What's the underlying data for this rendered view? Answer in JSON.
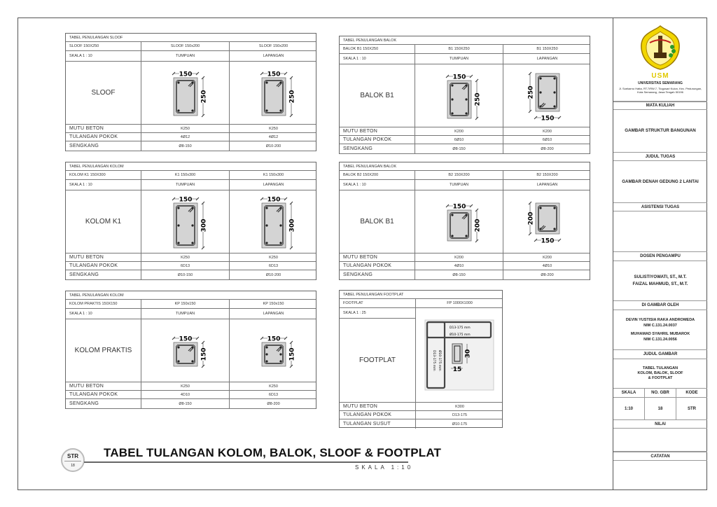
{
  "row_labels": {
    "mutu": "MUTU BETON",
    "pokok": "TULANGAN POKOK",
    "sengkang": "SENGKANG",
    "susut": "TULANGAN SUSUT"
  },
  "tables": [
    {
      "title": "TABEL PENULANGAN SLOOF",
      "type_label": "SLOOF 150X250",
      "scale": "SKALA 1 : 10",
      "name": "SLOOF",
      "cols": [
        {
          "size": "SLOOF 150x200",
          "pos": "TUMPUAN",
          "w": "150",
          "h": "250",
          "mutu": "K250",
          "pokok": "4Ø12",
          "sengkang": "Ø8-150"
        },
        {
          "size": "SLOOF 150x200",
          "pos": "LAPANGAN",
          "w": "150",
          "h": "250",
          "mutu": "K250",
          "pokok": "4Ø12",
          "sengkang": "Ø10-200"
        }
      ]
    },
    {
      "title": "TABEL PENULANGAN BALOK",
      "type_label": "BALOK B1 150X250",
      "scale": "SKALA 1 : 10",
      "name": "BALOK B1",
      "cols": [
        {
          "size": "B1 150X250",
          "pos": "TUMPUAN",
          "w": "150",
          "h": "250",
          "mutu": "K200",
          "pokok": "6Ø10",
          "sengkang": "Ø8-150"
        },
        {
          "size": "B1 150X250",
          "pos": "LAPANGAN",
          "w": "150",
          "h": "250",
          "mutu": "K200",
          "pokok": "6Ø10",
          "sengkang": "Ø8-200"
        }
      ]
    },
    {
      "title": "TABEL PENULANGAN KOLOM",
      "type_label": "KOLOM K1 150X300",
      "scale": "SKALA 1 : 10",
      "name": "KOLOM K1",
      "cols": [
        {
          "size": "K1 150x300",
          "pos": "TUMPUAN",
          "w": "150",
          "h": "300",
          "mutu": "K250",
          "pokok": "6D13",
          "sengkang": "Ø10-150"
        },
        {
          "size": "K1 150x300",
          "pos": "LAPANGAN",
          "w": "150",
          "h": "300",
          "mutu": "K250",
          "pokok": "6D13",
          "sengkang": "Ø10-200"
        }
      ]
    },
    {
      "title": "TABEL PENULANGAN BALOK",
      "type_label": "BALOK B2 150X200",
      "scale": "SKALA 1 : 10",
      "name": "BALOK B1",
      "cols": [
        {
          "size": "B2 150X200",
          "pos": "TUMPUAN",
          "w": "150",
          "h": "200",
          "mutu": "K200",
          "pokok": "4Ø10",
          "sengkang": "Ø8-150"
        },
        {
          "size": "B2 150X200",
          "pos": "LAPANGAN",
          "w": "150",
          "h": "200",
          "mutu": "K200",
          "pokok": "4Ø10",
          "sengkang": "Ø8-200"
        }
      ]
    },
    {
      "title": "TABEL PENULANGAN KOLOM",
      "type_label": "KOLOM PRAKTIS 150X150",
      "scale": "SKALA 1 : 10",
      "name": "KOLOM PRAKTIS",
      "cols": [
        {
          "size": "KP 150x150",
          "pos": "TUMPUAN",
          "w": "150",
          "h": "150",
          "mutu": "K250",
          "pokok": "4D10",
          "sengkang": "Ø8-150"
        },
        {
          "size": "KP 150x150",
          "pos": "LAPANGAN",
          "w": "150",
          "h": "150",
          "mutu": "K250",
          "pokok": "6D13",
          "sengkang": "Ø8-200"
        }
      ]
    }
  ],
  "footplat": {
    "title": "TABEL PENULANGAN FOOTPLAT",
    "type_label": "FOOTPLAT",
    "size": "FP 1000X1000",
    "scale": "SKALA 1 : 25",
    "name": "FOOTPLAT",
    "note_top": "D13-175 mm",
    "note_bottom": "Ø10-175 mm",
    "dim_h": "30",
    "dim_w": "15",
    "mutu": "K300",
    "pokok": "D13-175",
    "susut": "Ø10-175"
  },
  "title_block": {
    "logo_text": "USM",
    "university": "UNIVERSITAS SEMARANG",
    "address": "Jl. Soekarno Hatta, RT.7/RW.7, Tlogosari Kulon, Kec. Pedurungan, Kota Semarang, Jawa Tengah 50196",
    "mata_kuliah_label": "MATA KULIAH",
    "mata_kuliah": "GAMBAR STRUKTUR BANGUNAN",
    "judul_tugas_label": "JUDUL TUGAS",
    "judul_tugas": "GAMBAR DENAH GEDUNG 2 LANTAI",
    "asistensi_label": "ASISTENSI TUGAS",
    "dosen_label": "DOSEN PENGAMPU",
    "dosen": [
      "SULISTIYOWATI, ST., M.T.",
      "FAIZAL MAHMUD, ST., M.T."
    ],
    "digambar_label": "DI GAMBAR OLEH",
    "students": [
      {
        "name": "DEVIN YUSTISIA RAKA ANDROMEDA",
        "nim": "NIM C.131.24.0037"
      },
      {
        "name": "MUHAMAD SYAHRIL MUBAROK",
        "nim": "NIM C.131.24.0056"
      }
    ],
    "judul_gambar_label": "JUDUL GAMBAR",
    "judul_gambar": [
      "TABEL TULANGAN",
      "KOLOM, BALOK, SLOOF",
      "& FOOTPLAT"
    ],
    "skala_label": "SKALA",
    "no_gbr_label": "NO. GBR",
    "kode_label": "KODE",
    "skala": "1:10",
    "no_gbr": "18",
    "kode": "STR",
    "nilai_label": "NILAI",
    "catatan_label": "CATATAN"
  },
  "sheet": {
    "code": "STR",
    "number": "18",
    "title": "TABEL TULANGAN KOLOM, BALOK, SLOOF & FOOTPLAT",
    "scale": "SKALA   1:10"
  }
}
